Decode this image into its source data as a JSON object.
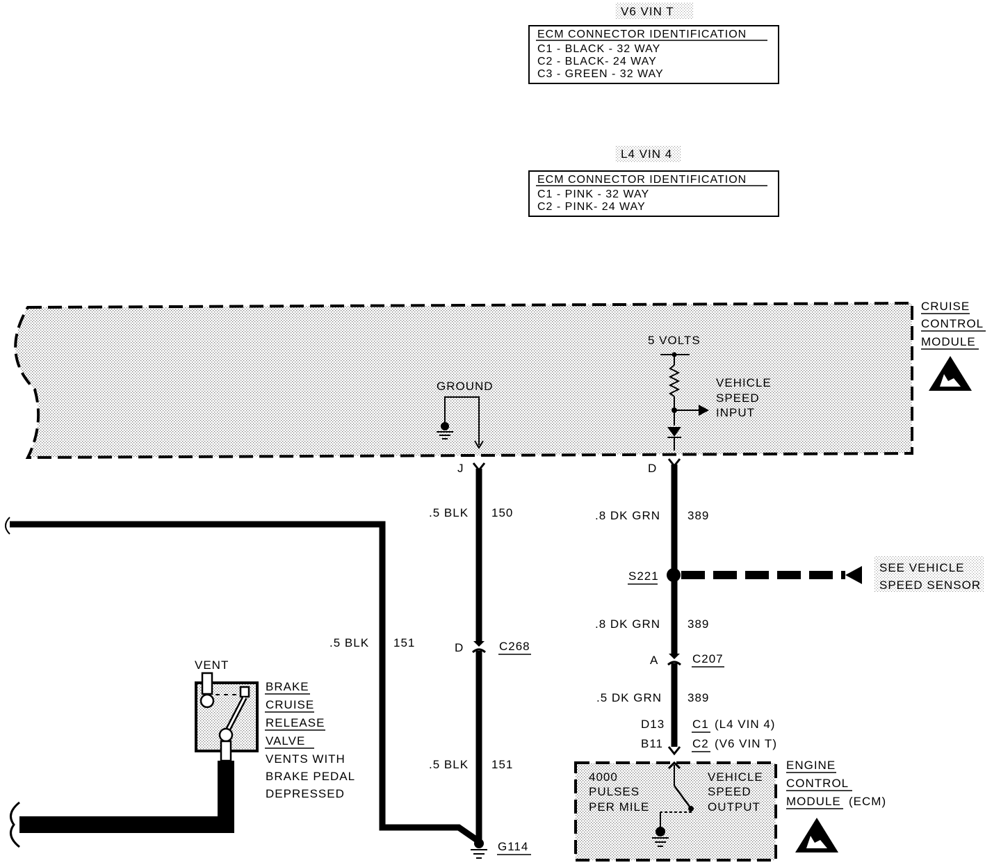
{
  "v6": {
    "heading": "V6 VIN T",
    "box_title": "ECM CONNECTOR IDENTIFICATION",
    "lines": [
      "C1 - BLACK - 32 WAY",
      "C2 - BLACK- 24 WAY",
      "C3 - GREEN - 32 WAY"
    ]
  },
  "l4": {
    "heading": "L4 VIN 4",
    "box_title": "ECM CONNECTOR IDENTIFICATION",
    "lines": [
      "C1 - PINK - 32 WAY",
      "C2 - PINK- 24 WAY"
    ]
  },
  "cruise_module": {
    "label": [
      "CRUISE",
      "CONTROL",
      "MODULE"
    ],
    "five_volts": "5 VOLTS",
    "ground": "GROUND",
    "vehicle_speed_input": [
      "VEHICLE",
      "SPEED",
      "INPUT"
    ]
  },
  "left_circuit": {
    "pin": "J",
    "wire1_color": ".5 BLK",
    "wire1_num": "150",
    "conn_pin": "D",
    "conn_name": "C268",
    "wire2_color": ".5 BLK",
    "wire2_num": "151",
    "ground_name": "G114"
  },
  "branch_wire": {
    "color": ".5 BLK",
    "num": "151"
  },
  "right_circuit": {
    "pin": "D",
    "wire1_color": ".8 DK GRN",
    "wire1_num": "389",
    "splice": "S221",
    "see_ref": [
      "SEE VEHICLE",
      "SPEED SENSOR"
    ],
    "wire2_color": ".8 DK GRN",
    "wire2_num": "389",
    "conn_pin": "A",
    "conn_name": "C207",
    "wire3_color": ".5 DK GRN",
    "wire3_num": "389",
    "ecm_pin1": "D13",
    "ecm_conn1": "C1",
    "ecm_conn1_note": "(L4 VIN 4)",
    "ecm_pin2": "B11",
    "ecm_conn2": "C2",
    "ecm_conn2_note": "(V6 VIN T)"
  },
  "ecm": {
    "label": [
      "ENGINE",
      "CONTROL",
      "MODULE"
    ],
    "label_suffix": "(ECM)",
    "pulses": [
      "4000",
      "PULSES",
      "PER MILE"
    ],
    "vso": [
      "VEHICLE",
      "SPEED",
      "OUTPUT"
    ]
  },
  "brake_valve": {
    "vent": "VENT",
    "label": [
      "BRAKE",
      "CRUISE",
      "RELEASE",
      "VALVE"
    ],
    "note": [
      "VENTS WITH",
      "BRAKE PEDAL",
      "DEPRESSED"
    ]
  }
}
